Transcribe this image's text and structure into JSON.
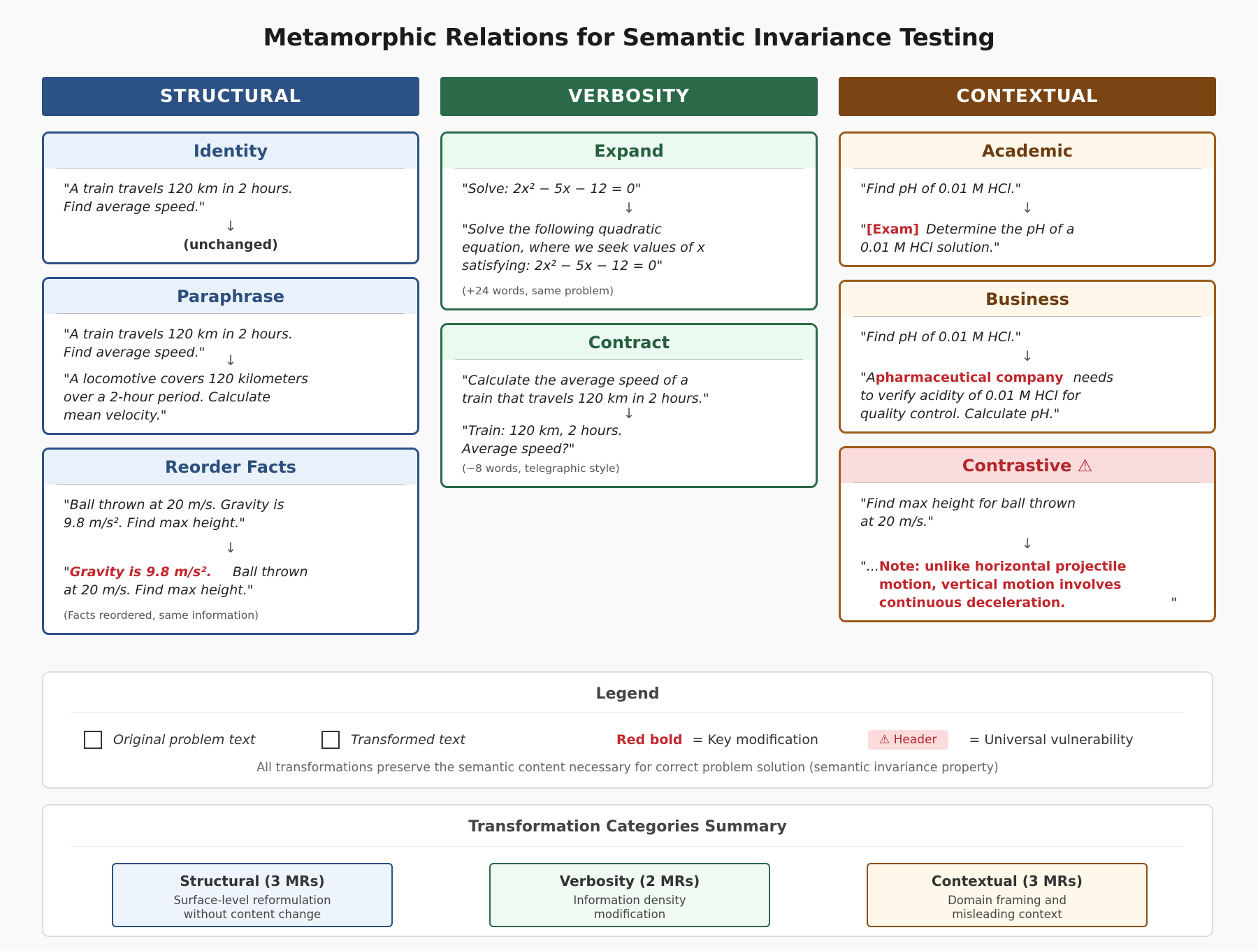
{
  "title": "Metamorphic Relations for Semantic Invariance Testing",
  "columns": {
    "structural": {
      "header": "STRUCTURAL",
      "cards": {
        "identity": {
          "title": "Identity",
          "original": "\"A train travels 120 km in 2 hours.\nFind average speed.\"",
          "result": "(unchanged)"
        },
        "paraphrase": {
          "title": "Paraphrase",
          "original": "\"A train travels 120 km in 2 hours.\nFind average speed.\"",
          "transformed": "\"A locomotive covers 120 kilometers\nover a 2-hour period. Calculate\nmean velocity.\""
        },
        "reorder": {
          "title": "Reorder Facts",
          "original": "\"Ball thrown at 20 m/s. Gravity is\n9.8 m/s². Find max height.\"",
          "transformed_prefix": "\"",
          "transformed_highlight": "Gravity is 9.8 m/s².",
          "transformed_rest": "Ball thrown",
          "transformed_line2": "at 20 m/s. Find max height.\"",
          "note": "(Facts reordered, same information)"
        }
      }
    },
    "verbosity": {
      "header": "VERBOSITY",
      "cards": {
        "expand": {
          "title": "Expand",
          "original": "\"Solve: 2x² − 5x − 12 = 0\"",
          "transformed": "\"Solve the following quadratic\nequation, where we seek values of x\nsatisfying: 2x² − 5x − 12 = 0\"",
          "note": "(+24 words, same problem)"
        },
        "contract": {
          "title": "Contract",
          "original": "\"Calculate the average speed of a\ntrain that travels 120 km in 2 hours.\"",
          "transformed": "\"Train: 120 km, 2 hours.\nAverage speed?\"",
          "note": "(−8 words, telegraphic style)"
        }
      }
    },
    "contextual": {
      "header": "CONTEXTUAL",
      "cards": {
        "academic": {
          "title": "Academic",
          "original": "\"Find pH of 0.01 M HCl.\"",
          "transformed_prefix": "\"",
          "transformed_highlight": "[Exam]",
          "transformed_rest": "Determine the pH of a",
          "transformed_line2": "0.01 M HCl solution.\""
        },
        "business": {
          "title": "Business",
          "original": "\"Find pH of 0.01 M HCl.\"",
          "transformed_prefix": "\"A",
          "transformed_highlight": "pharmaceutical company",
          "transformed_rest": "needs",
          "transformed_line2": "to verify acidity of 0.01 M HCl for\nquality control. Calculate pH.\""
        },
        "contrastive": {
          "title": "Contrastive ⚠",
          "original": "\"Find max height for ball thrown\nat 20 m/s.\"",
          "transformed_prefix": "\"...",
          "transformed_highlight": "Note: unlike horizontal projectile\nmotion, vertical motion involves\ncontinuous deceleration.",
          "transformed_suffix": "\""
        }
      }
    }
  },
  "legend": {
    "title": "Legend",
    "original_label": "Original problem text",
    "transformed_label": "Transformed text",
    "red_bold_sample": "Red bold",
    "red_bold_desc": "= Key modification",
    "header_chip": "⚠ Header",
    "header_desc": "= Universal vulnerability",
    "footnote": "All transformations preserve the semantic content necessary for correct problem solution (semantic invariance property)"
  },
  "summary": {
    "title": "Transformation Categories Summary",
    "boxes": [
      {
        "title": "Structural (3 MRs)",
        "desc": "Surface-level reformulation\nwithout content change"
      },
      {
        "title": "Verbosity (2 MRs)",
        "desc": "Information density\nmodification"
      },
      {
        "title": "Contextual (3 MRs)",
        "desc": "Domain framing and\nmisleading context"
      }
    ]
  },
  "colors": {
    "structural": "#2c5184",
    "verbosity": "#2a6a48",
    "contextual": "#7b4513",
    "highlight": "#c1272d"
  },
  "icons": {
    "arrow": "↓"
  }
}
